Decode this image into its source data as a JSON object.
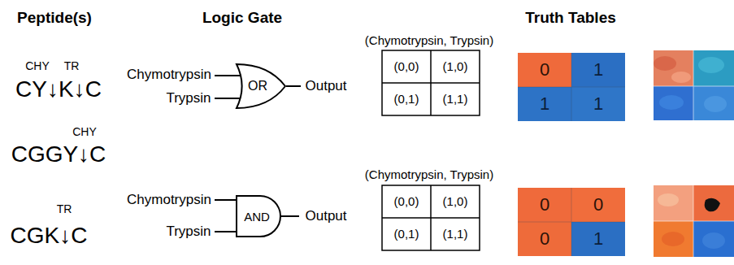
{
  "diagram": {
    "nodes": [
      {
        "text": [
          "OR"
        ]
      },
      {
        "text": [
          "AND"
        ]
      }
    ],
    "labels": [
      "Peptide(s)",
      "Logic Gate",
      "Truth Tables",
      "CHY",
      "TR",
      "CY↓K↓C",
      "Chymotrypsin",
      "Trypsin",
      "Output",
      "(Chymotrypsin, Trypsin)",
      "(0,0)",
      "(1,0)",
      "(0,1)",
      "(1,1)",
      "0",
      "1",
      "1",
      "1",
      "CHY",
      "CGGY↓C",
      "TR",
      "CGK↓C",
      "Chymotrypsin",
      "Trypsin",
      "Output",
      "(Chymotrypsin, Trypsin)",
      "(0,0)",
      "(1,0)",
      "(0,1)",
      "(1,1)",
      "0",
      "0",
      "0",
      "1"
    ]
  }
}
